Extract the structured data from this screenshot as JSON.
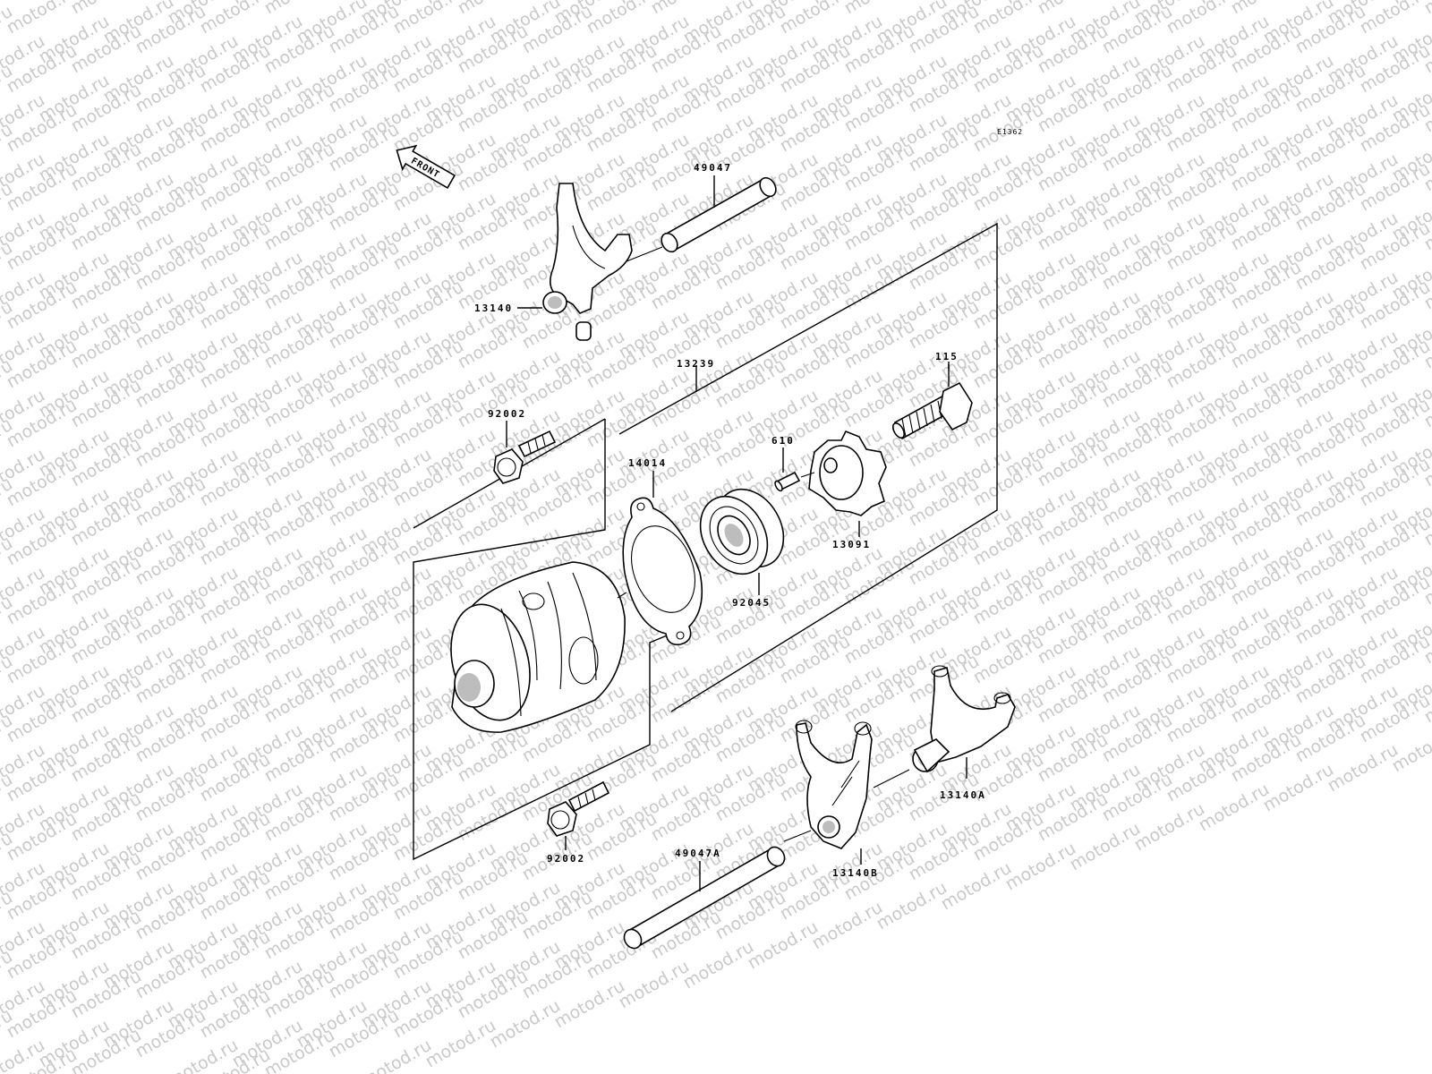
{
  "diagram": {
    "code": "E1362",
    "direction_label": "FRONT",
    "watermark": "motod.ru",
    "part_numbers": {
      "p49047": "49047",
      "p13140": "13140",
      "p13239": "13239",
      "p115": "115",
      "p92002_top": "92002",
      "p14014": "14014",
      "p610": "610",
      "p13091": "13091",
      "p92045": "92045",
      "p92002_bottom": "92002",
      "p49047a": "49047A",
      "p13140a": "13140A",
      "p13140b": "13140B"
    }
  }
}
